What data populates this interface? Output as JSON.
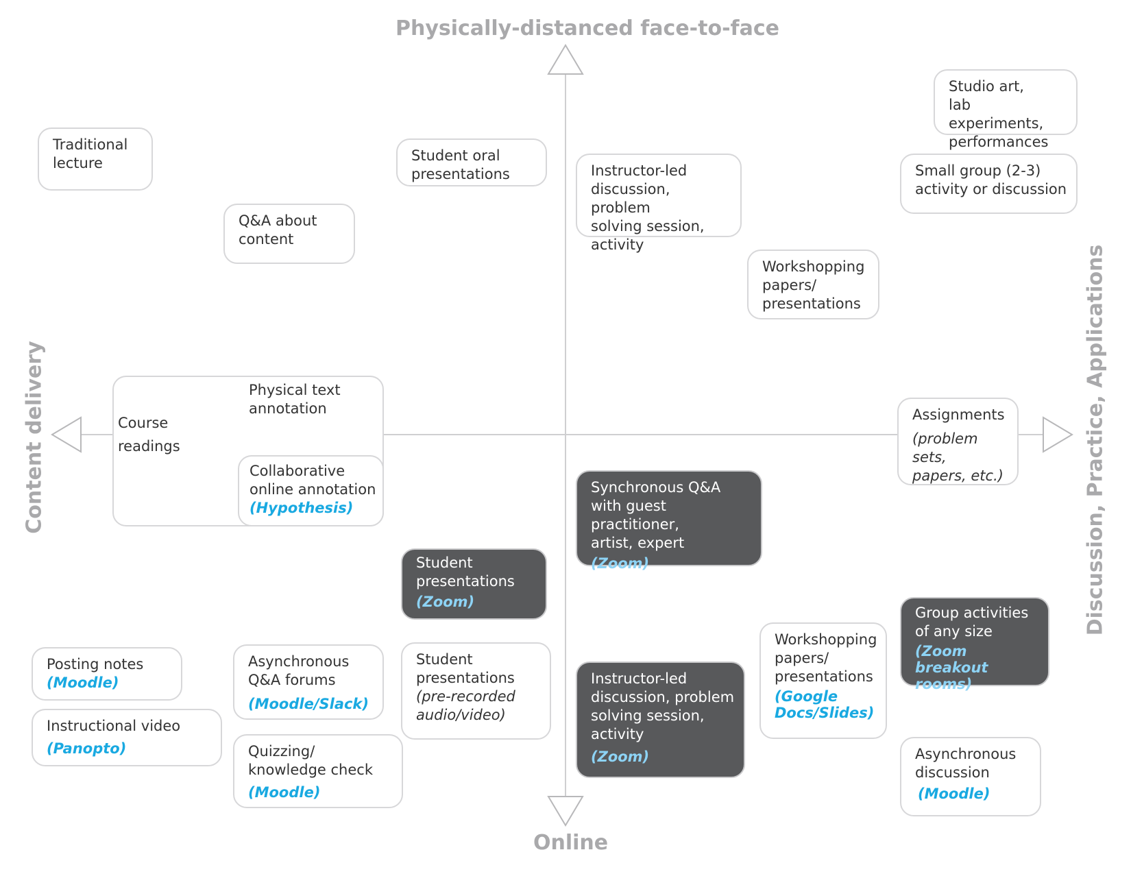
{
  "axes": {
    "top": "Physically-distanced face-to-face",
    "bottom": "Online",
    "left": "Content delivery",
    "right": "Discussion, Practice, Applications"
  },
  "boxes": {
    "traditional_lecture": {
      "lines": [
        "Traditional",
        "lecture"
      ]
    },
    "qa_content": {
      "lines": [
        "Q&A about",
        "content"
      ]
    },
    "oral_presentations": {
      "lines": [
        "Student oral",
        "presentations"
      ]
    },
    "instructor_led_f2f": {
      "lines": [
        "Instructor-led",
        "discussion, problem",
        "solving session,",
        "activity"
      ]
    },
    "studio_art": {
      "lines": [
        "Studio art,",
        "lab experiments,",
        "performances"
      ]
    },
    "small_group": {
      "lines": [
        "Small group (2-3)",
        "activity or discussion"
      ]
    },
    "workshopping_f2f": {
      "lines": [
        "Workshopping",
        "papers/",
        "presentations"
      ]
    },
    "course_readings": {
      "lines": [
        "Course",
        "readings"
      ]
    },
    "physical_annotation": {
      "lines": [
        "Physical text",
        "annotation"
      ]
    },
    "collab_annotation": {
      "lines": [
        "Collaborative",
        "online annotation"
      ],
      "tool": "(Hypothesis)"
    },
    "assignments": {
      "lines": [
        "Assignments"
      ],
      "italic": [
        "(problem sets,",
        "papers, etc.)"
      ]
    },
    "sync_qa_guest": {
      "lines": [
        "Synchronous Q&A",
        "with guest practitioner,",
        "artist, expert"
      ],
      "tool": "(Zoom)"
    },
    "student_pres_zoom": {
      "lines": [
        "Student",
        "presentations"
      ],
      "tool": "(Zoom)"
    },
    "group_activities": {
      "lines": [
        "Group activities",
        "of any size"
      ],
      "tool": "(Zoom breakout rooms)"
    },
    "workshopping_online": {
      "lines": [
        "Workshopping",
        "papers/",
        "presentations"
      ],
      "tool": "(Google Docs/Slides)"
    },
    "posting_notes": {
      "lines": [
        "Posting notes"
      ],
      "tool": "(Moodle)"
    },
    "async_qa": {
      "lines": [
        "Asynchronous",
        "Q&A forums"
      ],
      "tool": "(Moodle/Slack)"
    },
    "student_pres_recorded": {
      "lines": [
        "Student",
        "presentations"
      ],
      "italic": [
        "(pre-recorded",
        "audio/video)"
      ]
    },
    "instructional_video": {
      "lines": [
        "Instructional video"
      ],
      "tool": "(Panopto)"
    },
    "quizzing": {
      "lines": [
        "Quizzing/",
        "knowledge check"
      ],
      "tool": "(Moodle)"
    },
    "instructor_led_online": {
      "lines": [
        "Instructor-led",
        "discussion, problem",
        "solving session,",
        "activity"
      ],
      "tool": "(Zoom)"
    },
    "async_discussion": {
      "lines": [
        "Asynchronous",
        "discussion"
      ],
      "tool": "(Moodle)"
    }
  }
}
